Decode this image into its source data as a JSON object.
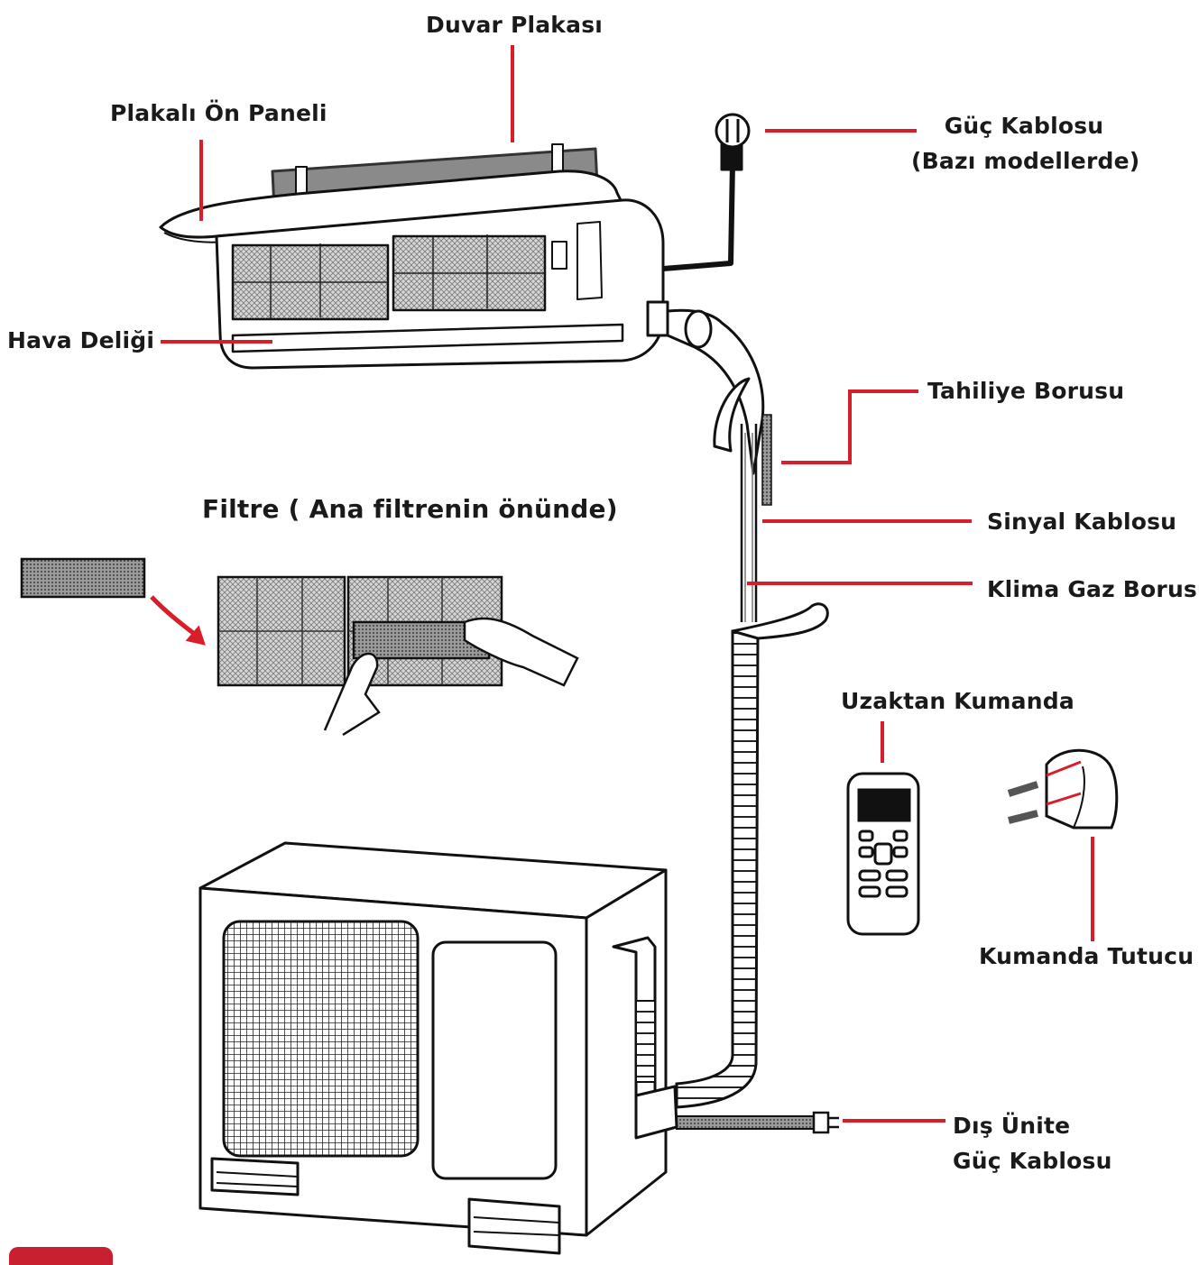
{
  "labels": {
    "duvar_plakasi": "Duvar Plakası",
    "plakali_on_paneli": "Plakalı Ön Paneli",
    "guc_kablosu_1": "Güç Kablosu",
    "guc_kablosu_2": "(Bazı modellerde)",
    "hava_deligi": "Hava Deliği",
    "tahliye_borusu": "Tahiliye Borusu",
    "filtre": "Filtre ( Ana filtrenin önünde)",
    "sinyal_kablosu": "Sinyal Kablosu",
    "klima_gaz_borusu": "Klima Gaz Borusu",
    "uzaktan_kumanda": "Uzaktan Kumanda",
    "kumanda_tutucu": "Kumanda Tutucu",
    "dis_unite_1": "Dış Ünite",
    "dis_unite_2": "Güç Kablosu"
  },
  "colors": {
    "leader": "#d81e2a",
    "ink": "#1a1a1a",
    "brand": "#c8202f"
  }
}
